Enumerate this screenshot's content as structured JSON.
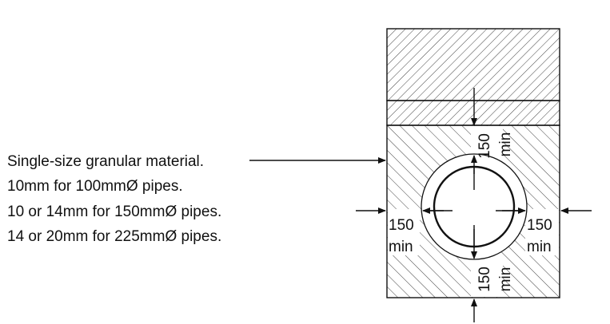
{
  "notes": [
    "Single-size granular material.",
    "10mm for 100mmØ pipes.",
    "10 or 14mm for 150mmØ pipes.",
    "14 or 20mm for 225mmØ pipes."
  ],
  "dimensions": {
    "top_value": "150",
    "top_unit": "min",
    "bottom_value": "150",
    "bottom_unit": "min",
    "left_value": "150",
    "left_unit": "min",
    "right_value": "150",
    "right_unit": "min"
  },
  "colors": {
    "line": "#111111",
    "background": "#ffffff"
  }
}
